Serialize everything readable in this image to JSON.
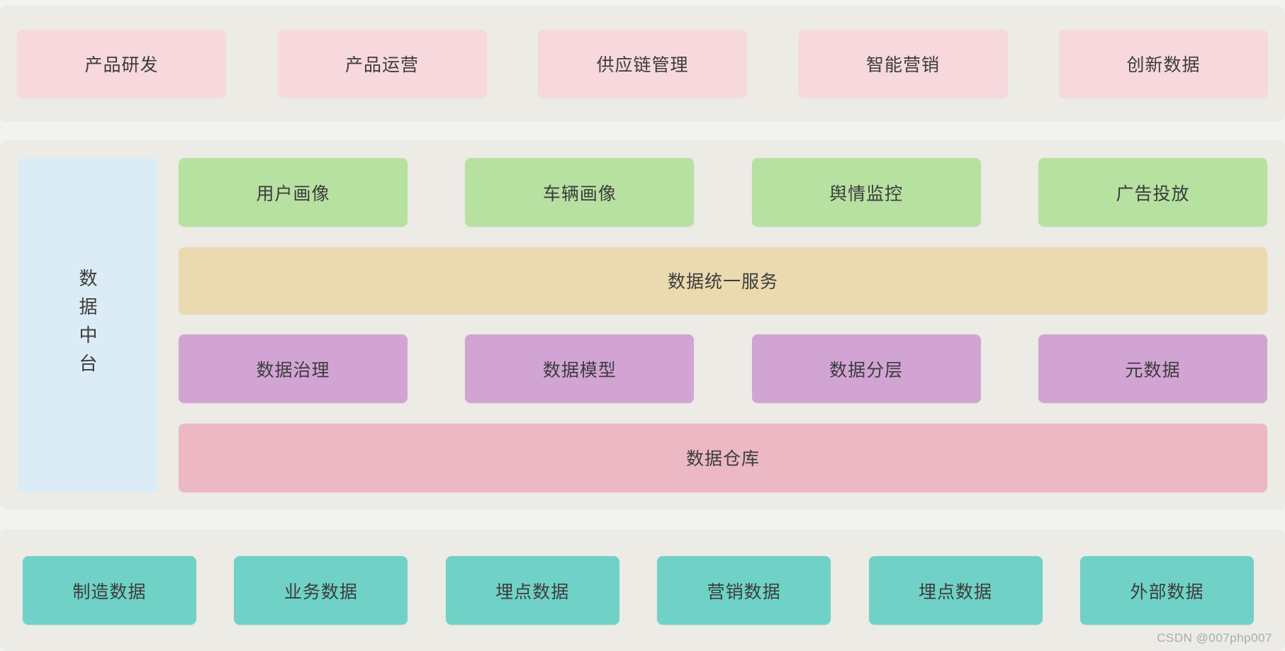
{
  "top_band": {
    "boxes": [
      "产品研发",
      "产品运营",
      "供应链管理",
      "智能营销",
      "创新数据"
    ]
  },
  "middle_band": {
    "side_label": "数据中台",
    "app_boxes": [
      "用户画像",
      "车辆画像",
      "舆情监控",
      "广告投放"
    ],
    "service_bar": "数据统一服务",
    "gov_boxes": [
      "数据治理",
      "数据模型",
      "数据分层",
      "元数据"
    ],
    "warehouse_bar": "数据仓库"
  },
  "bottom_band": {
    "boxes": [
      "制造数据",
      "业务数据",
      "埋点数据",
      "营销数据",
      "埋点数据",
      "外部数据"
    ]
  },
  "watermark": "CSDN @007php007",
  "colors": {
    "page_bg": "#f2f2f0",
    "band_bg": "#ecebe6",
    "pink": "#f7d8dc",
    "blue": "#dbecf6",
    "green": "#b7e1a1",
    "tan": "#ebd9af",
    "purple": "#d2a4d4",
    "rose": "#ebb8c3",
    "teal": "#70d2c6",
    "text": "#3c3c3c",
    "watermark": "#ababab",
    "bottom_bar": "#3f3f3b"
  }
}
